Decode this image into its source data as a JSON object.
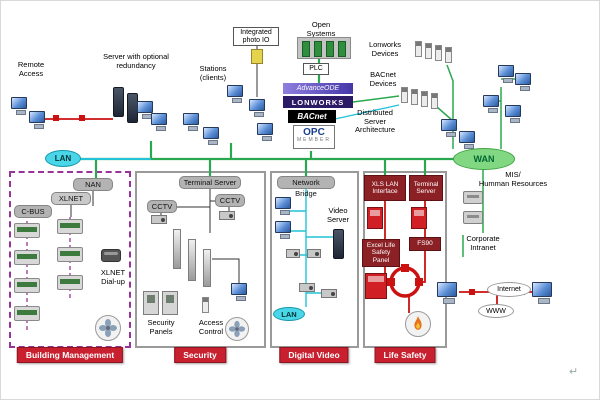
{
  "top": {
    "remote_access": "Remote Access",
    "server_label": "Server with optional redundancy",
    "stations_label": "Stations (clients)",
    "integrated_photo_io": "Integrated photo IO",
    "open_systems": "Open Systems",
    "plc": "PLC",
    "advance_ode": "AdvanceODE",
    "lonworks_banner": "LONWORKS",
    "bacnet_banner": "BACnet",
    "opc": "OPC",
    "opc_member": "MEMBER",
    "lonworks_devices": "Lonworks Devices",
    "bacnet_devices": "BACnet Devices",
    "distributed_server": "Distributed Server Architecture",
    "lan": "LAN",
    "wan": "WAN"
  },
  "right_side": {
    "mis_line1": "MIS/",
    "mis_line2": "Humman Resources",
    "corporate_intranet": "Corporate Intranet",
    "internet": "Internet",
    "www": "WWW"
  },
  "sections": {
    "building_management": {
      "title": "Building Management",
      "nan": "NAN",
      "xlnet": "XLNET",
      "c_bus": "C-BUS",
      "xlnet_dialup": "XLNET Dial-up"
    },
    "security": {
      "title": "Security",
      "terminal_server": "Terminal Server",
      "cctv_left": "CCTV",
      "cctv_right": "CCTV",
      "security_panels": "Security Panels",
      "access_control": "Access Control"
    },
    "digital_video": {
      "title": "Digital Video",
      "network_bridge": "Network Bridge",
      "video_server": "Video Server",
      "lan": "LAN"
    },
    "life_safety": {
      "title": "Life Safety",
      "xls_lan_interface": "XLS LAN Interface",
      "terminal_server": "Terminal Server",
      "excel_life_safety_panel": "Excel Life Safety Panel",
      "fs90": "FS90"
    }
  },
  "colors": {
    "section_label_red": "#c8202f",
    "dark_red_box": "#8b2025",
    "green_line": "#2aa84f",
    "cyan_line": "#22c3d6",
    "purple_dashed": "#993399",
    "red_line": "#cc1111",
    "gray_label": "#b3b3b3",
    "wan_fill": "#82d882",
    "lan_fill": "#49d6e8"
  },
  "misc": {
    "return_mark": "↵"
  }
}
